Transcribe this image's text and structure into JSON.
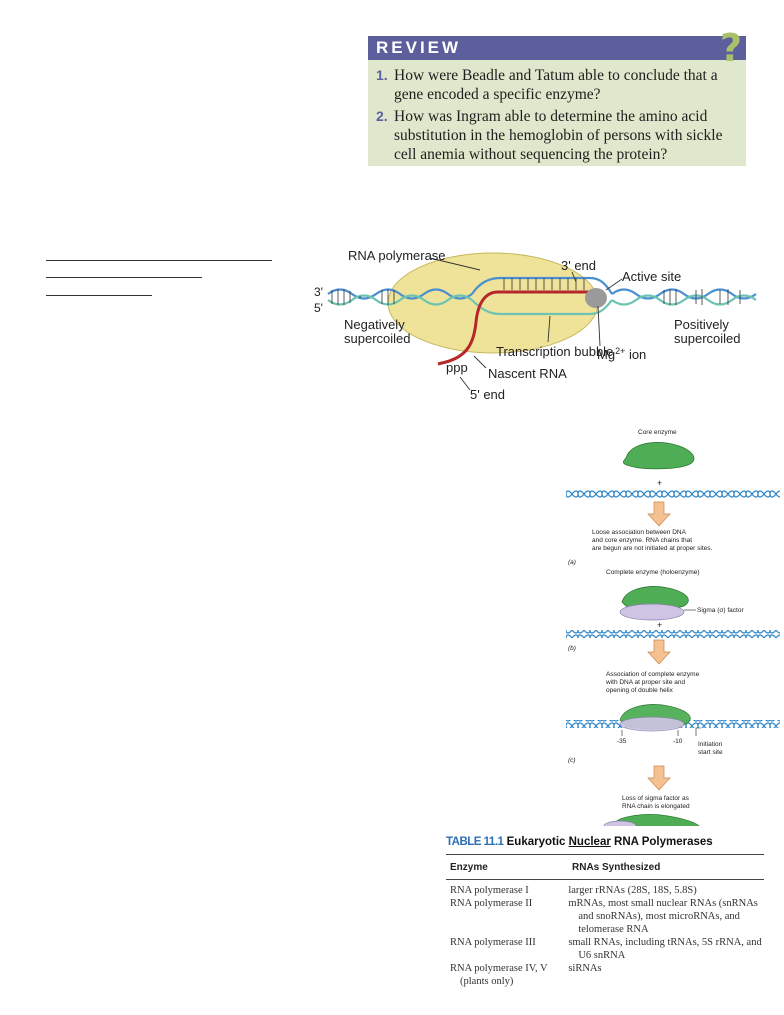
{
  "review": {
    "title": "REVIEW",
    "mark": "?",
    "questions": [
      {
        "num": "1.",
        "text": "How were Beadle and Tatum able to conclude that a gene encoded a specific enzyme?"
      },
      {
        "num": "2.",
        "text": "How was Ingram able to determine the amino acid substitution in the hemoglobin of persons with sickle cell anemia without sequencing the protein?"
      }
    ]
  },
  "figure1": {
    "rna_polymerase": "RNA polymerase",
    "three_prime_end": "3' end",
    "active_site": "Active site",
    "strand_3": "3'",
    "strand_5": "5'",
    "neg_1": "Negatively",
    "neg_2": "supercoiled",
    "pos_1": "Positively",
    "pos_2": "supercoiled",
    "bubble": "Transcription bubble",
    "mg": "Mg",
    "mg_sup": "2+",
    "ion": " ion",
    "ppp": "ppp",
    "nascent": "Nascent RNA",
    "five_prime_end": "5' end",
    "colors": {
      "enzyme": "#efe39a",
      "dna_blue": "#4a8fd0",
      "dna_teal": "#6cc3b2",
      "rna": "#b5272b",
      "active": "#9a9a9a"
    }
  },
  "figure2": {
    "core_enzyme": "Core enzyme",
    "plus": "+",
    "loose_1": "Loose association between DNA",
    "loose_2": "and core enzyme. RNA chains that",
    "loose_3": "are begun are not initiated at proper sites.",
    "label_a": "(a)",
    "complete": "Complete enzyme (holoenzyme)",
    "sigma": "Sigma (σ) factor",
    "label_b": "(b)",
    "assoc_1": "Association of complete enzyme",
    "assoc_2": "with DNA at proper site and",
    "assoc_3": "opening of double helix",
    "m35": "-35",
    "m10": "-10",
    "init_1": "Initiation",
    "init_2": "start site",
    "label_c": "(c)",
    "loss_1": "Loss of sigma factor as",
    "loss_2": "RNA chain is elongated",
    "colors": {
      "enzyme": "#4fae55",
      "sigma": "#cfc4e4",
      "dna": "#2e86c9",
      "arrow": "#f6c190"
    }
  },
  "table": {
    "label": "TABLE 11.1",
    "title_pre": "Eukaryotic ",
    "title_nuclear": "Nuclear",
    "title_post": " RNA Polymerases",
    "headers": [
      "Enzyme",
      "RNAs Synthesized"
    ],
    "rows": [
      {
        "enzyme": "RNA polymerase I",
        "rnas": "larger rRNAs (28S, 18S, 5.8S)"
      },
      {
        "enzyme": "RNA polymerase II",
        "rnas": "mRNAs, most small nuclear RNAs (snRNAs and snoRNAs), most microRNAs, and telomerase RNA"
      },
      {
        "enzyme": "RNA polymerase III",
        "rnas": "small RNAs, including tRNAs, 5S rRNA, and U6 snRNA"
      },
      {
        "enzyme": "RNA polymerase IV, V (plants only)",
        "rnas": "siRNAs"
      }
    ]
  }
}
